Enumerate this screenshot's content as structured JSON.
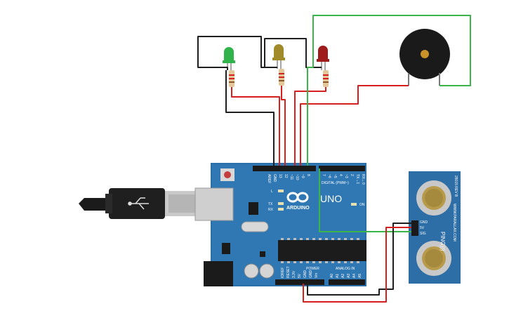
{
  "board": {
    "model": "UNO",
    "brand": "ARDUINO",
    "digital_header": "DIGITAL (PWM~)",
    "power_header": "POWER",
    "analog_header": "ANALOG IN",
    "on_label": "ON",
    "l_label": "L",
    "tx_label": "TX",
    "rx_label": "RX",
    "left_top_pins": [
      "AREF",
      "GND",
      "13",
      "12",
      "~11",
      "~10",
      "~9",
      "8"
    ],
    "right_top_pins": [
      "7",
      "~6",
      "~5",
      "4",
      "~3",
      "2",
      "TX→1",
      "RX←0"
    ],
    "power_pins": [
      "IOREF",
      "RESET",
      "3.3V",
      "5V",
      "GND",
      "GND",
      "Vin"
    ],
    "analog_pins": [
      "A0",
      "A1",
      "A2",
      "A3",
      "A4",
      "A5"
    ]
  },
  "leds": [
    {
      "color_name": "green",
      "color": "#2fb34a"
    },
    {
      "color_name": "yellow",
      "color": "#a08a2a"
    },
    {
      "color_name": "red",
      "color": "#9e1c1c"
    }
  ],
  "buzzer": {
    "color": "#1a1a1a"
  },
  "sensor": {
    "name": "PING)))",
    "url": "WWW.PARALLAX.COM",
    "model": "28015 REV B",
    "pins": [
      "GND",
      "5V",
      "SIG"
    ]
  },
  "wire_colors": {
    "black": "#1f1f1f",
    "red": "#d62020",
    "green": "#3bb54a"
  }
}
